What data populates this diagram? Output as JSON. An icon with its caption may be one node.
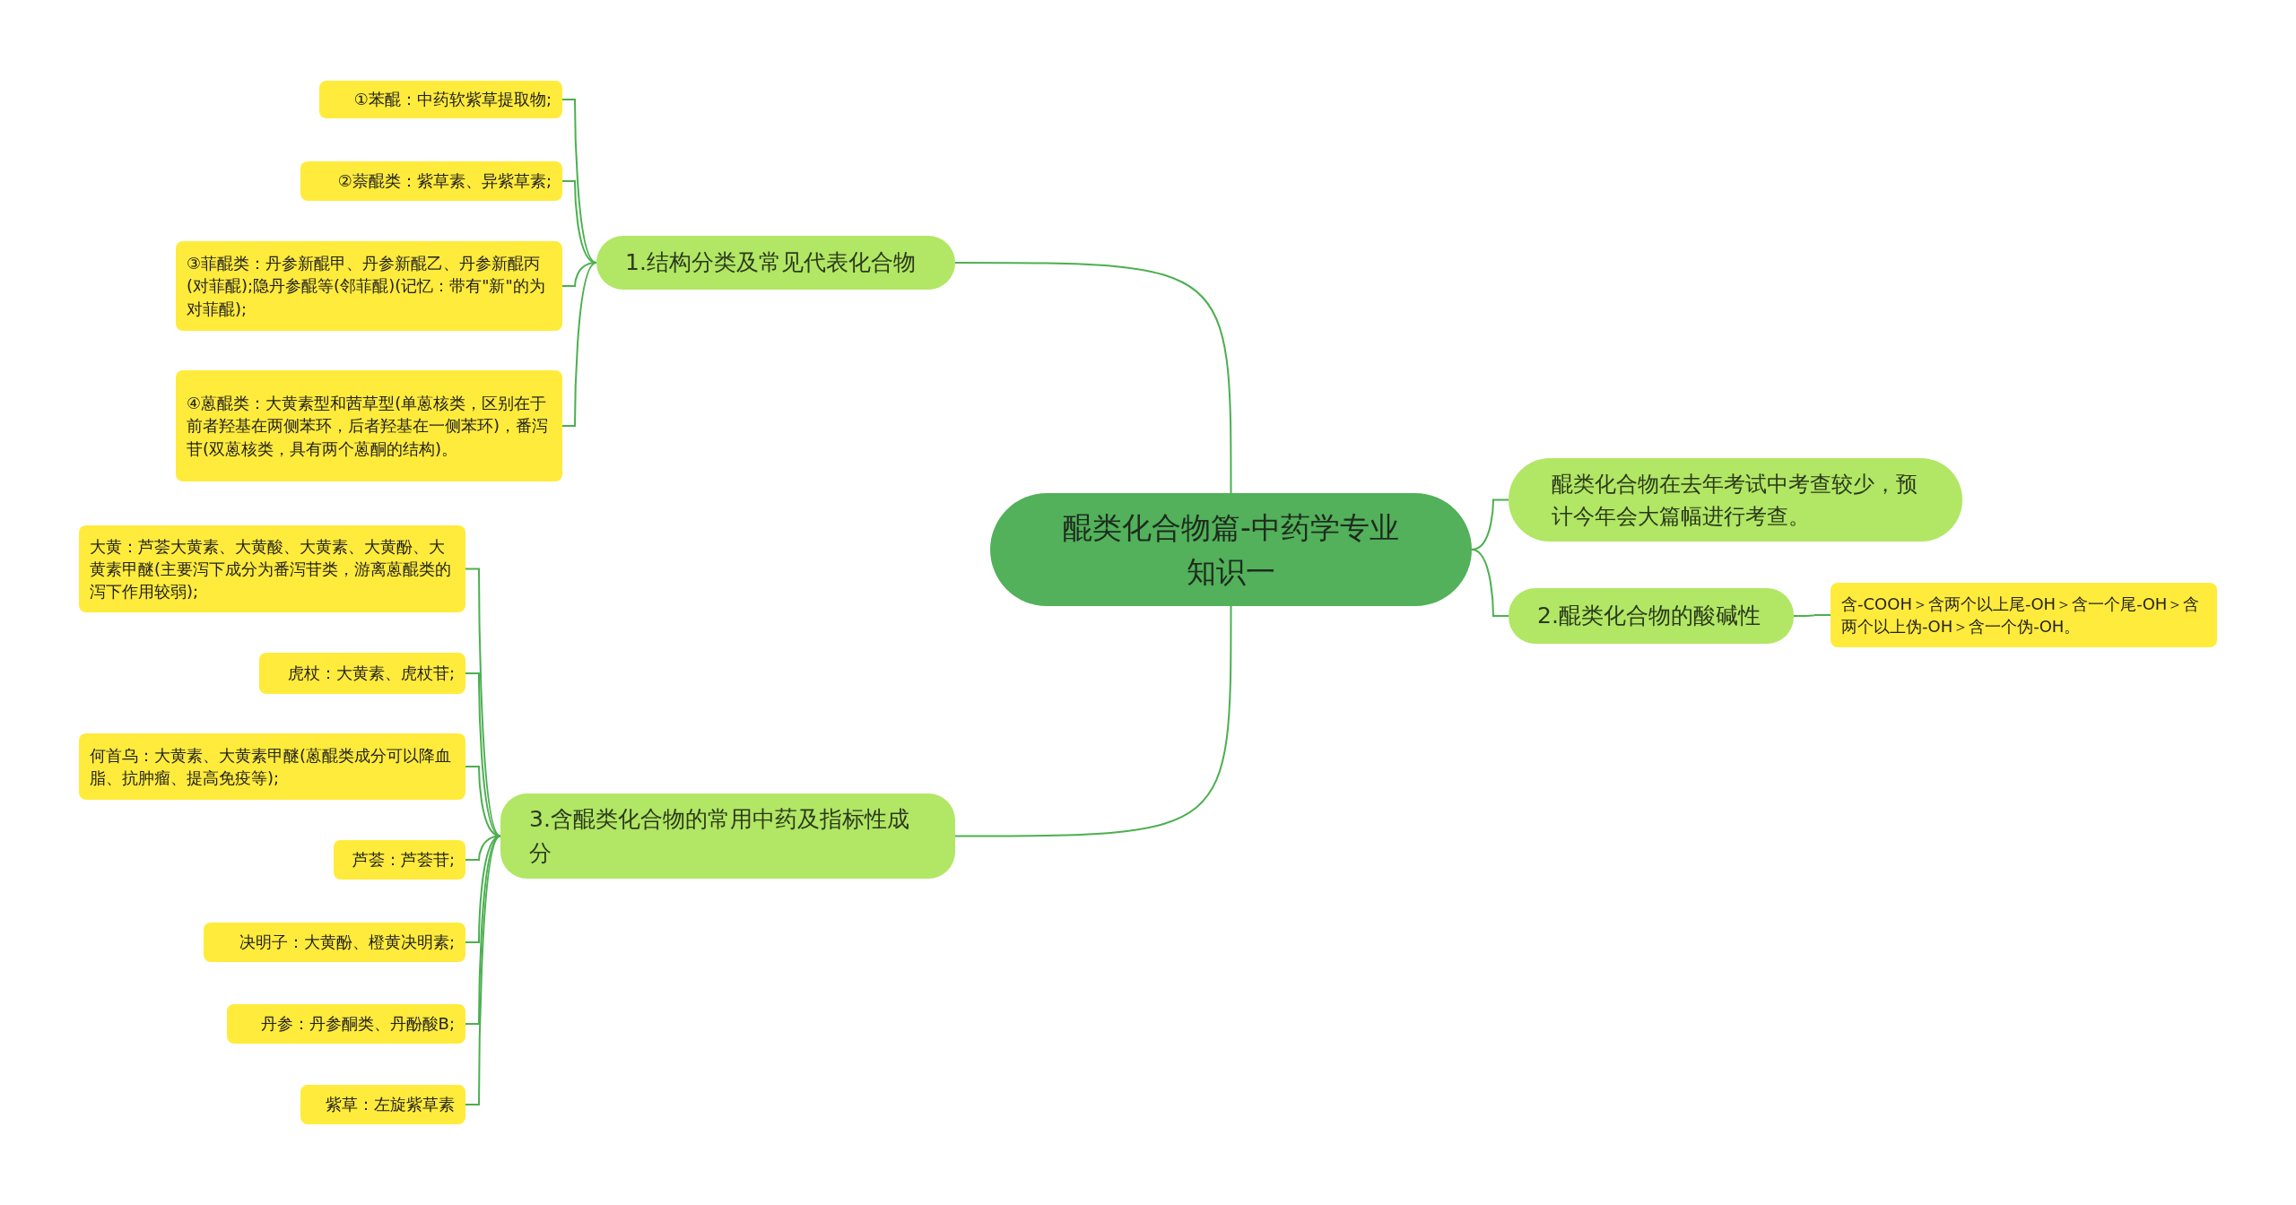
{
  "diagram": {
    "nodes": [
      {
        "text": [
          "醌类化合物篇-中药学专业知识一"
        ]
      },
      {
        "text": [
          "1.结构分类及常见代表化合物"
        ]
      },
      {
        "text": [
          "①苯醌：中药软紫草提取物;"
        ]
      },
      {
        "text": [
          "②萘醌类：紫草素、异紫草素;"
        ]
      },
      {
        "text": [
          "③菲醌类：丹参新醌甲、丹参新醌乙、丹参新醌丙(对菲醌);隐丹参醌等(邻菲醌)(记忆：带有\"新\"的为对菲醌);"
        ]
      },
      {
        "text": [
          "④蒽醌类：大黄素型和茜草型(单蒽核类，区别在于前者羟基在两侧苯环，后者羟基在一侧苯环)，番泻苷(双蒽核类，具有两个蒽酮的结构)。"
        ]
      },
      {
        "text": [
          "醌类化合物在去年考试中考查较少，预计今年会大篇幅进行考查。"
        ]
      },
      {
        "text": [
          "2.醌类化合物的酸碱性"
        ]
      },
      {
        "text": [
          "含-COOH＞含两个以上尾-OH＞含一个尾-OH＞含两个以上伪-OH＞含一个伪-OH。"
        ]
      },
      {
        "text": [
          "3.含醌类化合物的常用中药及指标性成分"
        ]
      },
      {
        "text": [
          "大黄：芦荟大黄素、大黄酸、大黄素、大黄酚、大黄素甲醚(主要泻下成分为番泻苷类，游离蒽醌类的泻下作用较弱);"
        ]
      },
      {
        "text": [
          "虎杖：大黄素、虎杖苷;"
        ]
      },
      {
        "text": [
          "何首乌：大黄素、大黄素甲醚(蒽醌类成分可以降血脂、抗肿瘤、提高免疫等);"
        ]
      },
      {
        "text": [
          "芦荟：芦荟苷;"
        ]
      },
      {
        "text": [
          "决明子：大黄酚、橙黄决明素;"
        ]
      },
      {
        "text": [
          "丹参：丹参酮类、丹酚酸B;"
        ]
      },
      {
        "text": [
          "紫草：左旋紫草素"
        ]
      }
    ],
    "edges": [
      {
        "from": 0,
        "to": 1,
        "arrow": "none"
      },
      {
        "from": 1,
        "to": 2,
        "arrow": "none"
      },
      {
        "from": 1,
        "to": 3,
        "arrow": "none"
      },
      {
        "from": 1,
        "to": 4,
        "arrow": "none"
      },
      {
        "from": 1,
        "to": 5,
        "arrow": "none"
      },
      {
        "from": 0,
        "to": 6,
        "arrow": "none"
      },
      {
        "from": 0,
        "to": 7,
        "arrow": "none"
      },
      {
        "from": 7,
        "to": 8,
        "arrow": "none"
      },
      {
        "from": 0,
        "to": 9,
        "arrow": "none"
      },
      {
        "from": 9,
        "to": 10,
        "arrow": "none"
      },
      {
        "from": 9,
        "to": 11,
        "arrow": "none"
      },
      {
        "from": 9,
        "to": 12,
        "arrow": "none"
      },
      {
        "from": 9,
        "to": 13,
        "arrow": "none"
      },
      {
        "from": 9,
        "to": 14,
        "arrow": "none"
      },
      {
        "from": 9,
        "to": 15,
        "arrow": "none"
      },
      {
        "from": 9,
        "to": 16,
        "arrow": "none"
      }
    ]
  }
}
